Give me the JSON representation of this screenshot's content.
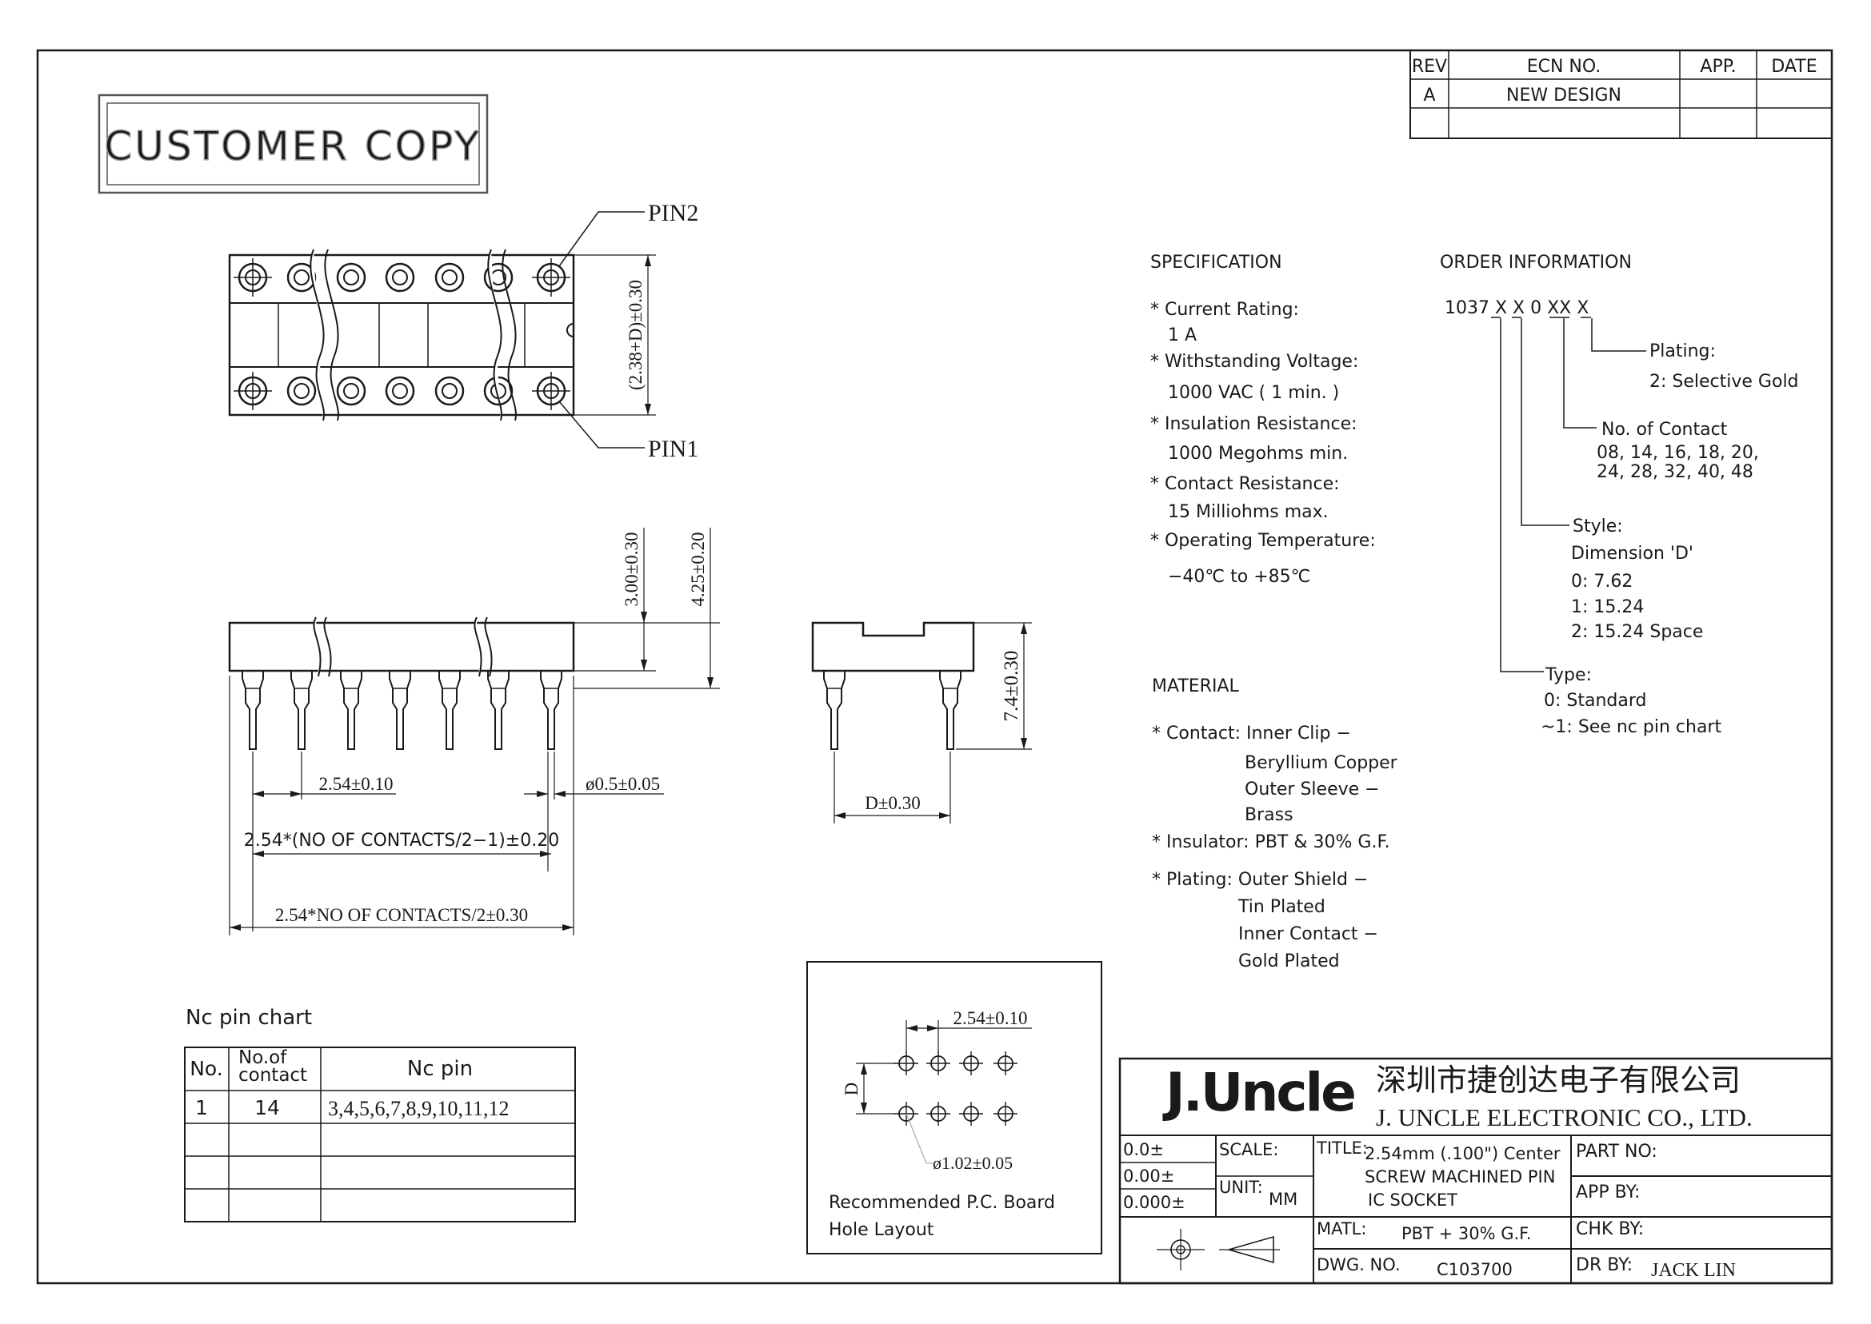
{
  "stamp": "CUSTOMER COPY",
  "revision_table": {
    "headers": [
      "REV",
      "ECN NO.",
      "APP.",
      "DATE"
    ],
    "rows": [
      [
        "A",
        "NEW DESIGN",
        "",
        ""
      ]
    ]
  },
  "top_view": {
    "pin2_label": "PIN2",
    "pin1_label": "PIN1",
    "height_dim": "(2.38+D)±0.30"
  },
  "side_view": {
    "dim_300": "3.00±0.30",
    "dim_425": "4.25±0.20",
    "pitch": "2.54±0.10",
    "pin_diameter": "ø0.5±0.05",
    "span_inner": "2.54*(NO OF CONTACTS/2−1)±0.20",
    "span_total": "2.54*NO OF CONTACTS/2±0.30"
  },
  "end_view": {
    "height": "7.4±0.30",
    "width": "D±0.30"
  },
  "specification": {
    "title": "SPECIFICATION",
    "items": [
      {
        "label": "* Current Rating:",
        "value": "1 A"
      },
      {
        "label": "* Withstanding Voltage:",
        "value": "1000 VAC ( 1 min. )"
      },
      {
        "label": "* Insulation Resistance:",
        "value": "1000 Megohms min."
      },
      {
        "label": "* Contact Resistance:",
        "value": "15 Milliohms max."
      },
      {
        "label": "* Operating Temperature:",
        "value": "−40℃ to +85℃"
      }
    ]
  },
  "material": {
    "title": "MATERIAL",
    "contact": [
      "* Contact: Inner Clip −",
      "Beryllium Copper",
      "Outer Sleeve −",
      "Brass"
    ],
    "insulator": "* Insulator: PBT & 30% G.F.",
    "plating": [
      "* Plating: Outer Shield −",
      "Tin Plated",
      "Inner Contact −",
      "Gold Plated"
    ]
  },
  "order_information": {
    "title": "ORDER INFORMATION",
    "code": "1037 X X 0 XX X",
    "plating": [
      "Plating:",
      "2: Selective Gold"
    ],
    "contacts": [
      "No. of Contact",
      "08, 14, 16, 18, 20,",
      "24, 28, 32, 40, 48"
    ],
    "style": [
      "Style:",
      "Dimension 'D'",
      "0: 7.62",
      "1: 15.24",
      "2: 15.24 Space"
    ],
    "type": [
      "Type:",
      "0: Standard",
      "~1: See nc pin chart"
    ]
  },
  "nc_pin_chart": {
    "title": "Nc pin chart",
    "headers": [
      "No.",
      "No.of contact",
      "Nc pin"
    ],
    "rows": [
      [
        "1",
        "14",
        "3,4,5,6,7,8,9,10,11,12"
      ],
      [
        "",
        "",
        ""
      ],
      [
        "",
        "",
        ""
      ],
      [
        "",
        "",
        ""
      ]
    ]
  },
  "pcb_layout": {
    "pitch": "2.54±0.10",
    "d_label": "D",
    "hole": "ø1.02±0.05",
    "caption": [
      "Recommended P.C. Board",
      "Hole Layout"
    ]
  },
  "title_block": {
    "logo": "J.Uncle",
    "company_cn": "深圳市捷创达电子有限公司",
    "company_en": "J. UNCLE ELECTRONIC CO., LTD.",
    "tol": [
      "0.0±",
      "0.00±",
      "0.000±"
    ],
    "scale_label": "SCALE:",
    "unit_label": "UNIT:",
    "unit_value": "MM",
    "title_label": "TITLE:",
    "title_lines": [
      "2.54mm (.100\") Center",
      "SCREW MACHINED PIN",
      "IC SOCKET"
    ],
    "part_no_label": "PART NO:",
    "app_by_label": "APP BY:",
    "matl_label": "MATL:",
    "matl_value": "PBT + 30% G.F.",
    "chk_by_label": "CHK BY:",
    "dwg_no_label": "DWG. NO.",
    "dwg_no_value": "C103700",
    "dr_by_label": "DR BY:",
    "dr_by_value": "JACK LIN"
  },
  "colors": {
    "line": "#1a1a1a",
    "faint": "#b8b8b8"
  }
}
